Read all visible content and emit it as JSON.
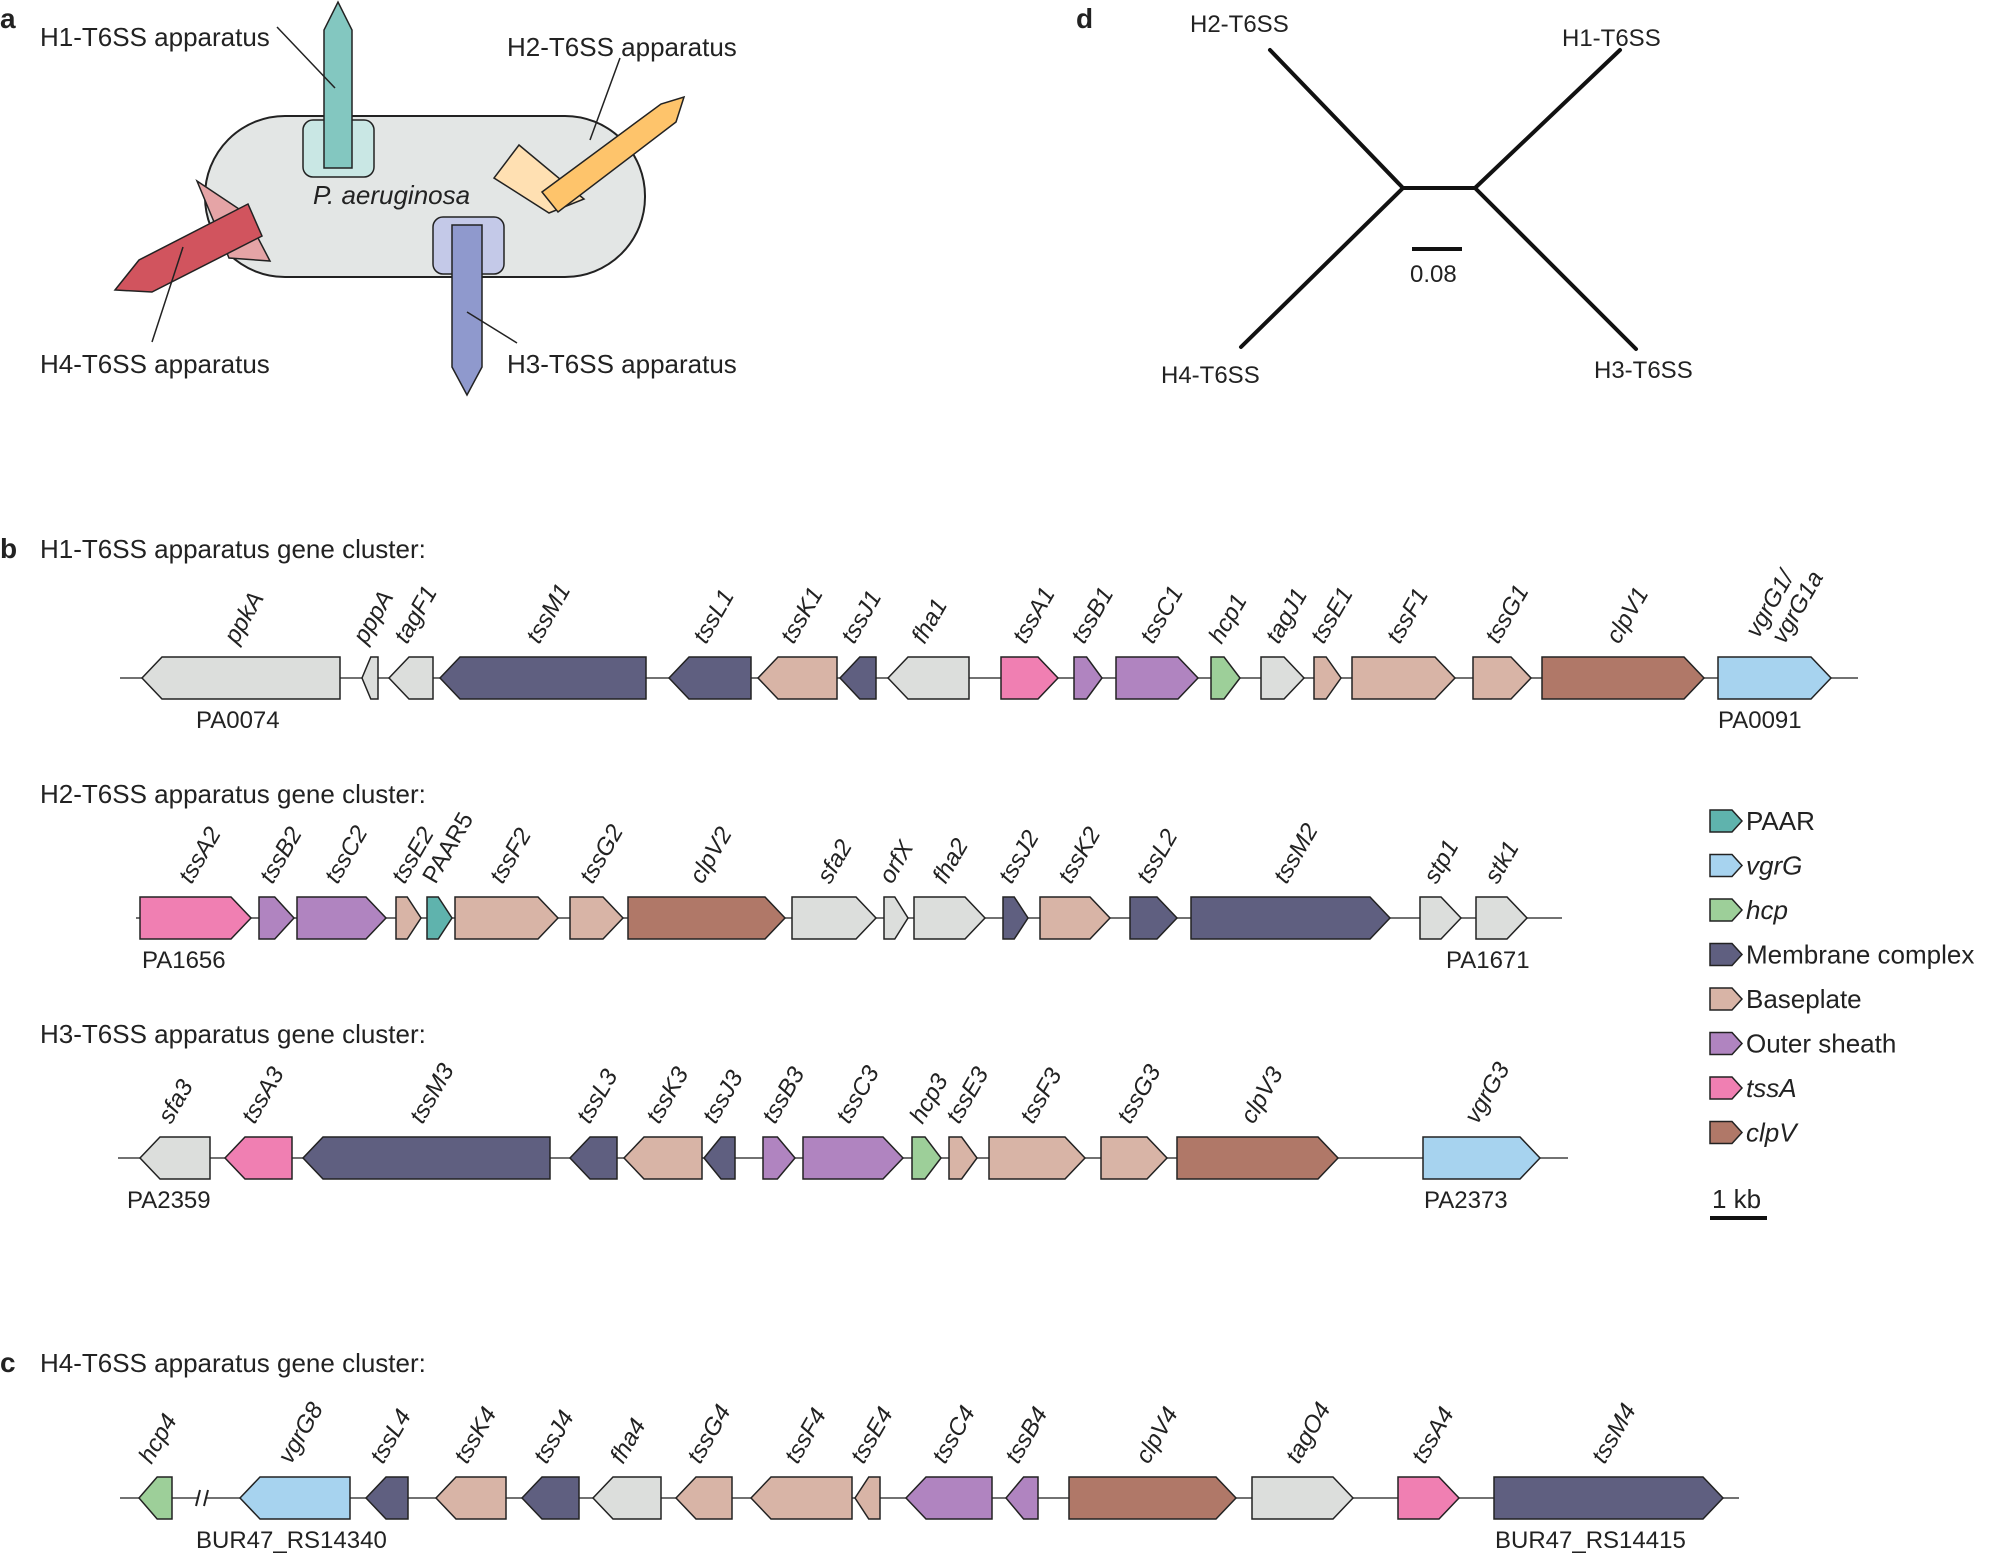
{
  "panels": {
    "a": {
      "letter": "a",
      "cell_label": "P. aeruginosa",
      "labels": {
        "h1": "H1-T6SS apparatus",
        "h2": "H2-T6SS apparatus",
        "h3": "H3-T6SS apparatus",
        "h4": "H4-T6SS apparatus"
      }
    },
    "b": {
      "letter": "b"
    },
    "c": {
      "letter": "c"
    },
    "d": {
      "letter": "d",
      "leaves": {
        "h1": "H1-T6SS",
        "h2": "H2-T6SS",
        "h3": "H3-T6SS",
        "h4": "H4-T6SS"
      },
      "scale_label": "0.08"
    }
  },
  "colors": {
    "PAAR": "#5fb3ad",
    "vgrG": "#a7d3ef",
    "hcp": "#9dcf99",
    "Membrane complex": "#5f5f80",
    "Baseplate": "#d8b4a6",
    "Outer sheath": "#b084c0",
    "tssA": "#f07fb2",
    "clpV": "#b07868",
    "other": "#dcdedc",
    "cell": "#e3e6e5",
    "h1_app": "#83c7c0",
    "h2_app": "#fec46b",
    "h3_app": "#8f99cd",
    "h4_app": "#d1545e"
  },
  "legend": {
    "items": [
      {
        "label": "PAAR",
        "cat": "PAAR",
        "italic": false
      },
      {
        "label": "vgrG",
        "cat": "vgrG",
        "italic": true
      },
      {
        "label": "hcp",
        "cat": "hcp",
        "italic": true
      },
      {
        "label": "Membrane complex",
        "cat": "Membrane complex",
        "italic": false
      },
      {
        "label": "Baseplate",
        "cat": "Baseplate",
        "italic": false
      },
      {
        "label": "Outer sheath",
        "cat": "Outer sheath",
        "italic": false
      },
      {
        "label": "tssA",
        "cat": "tssA",
        "italic": true
      },
      {
        "label": "clpV",
        "cat": "clpV",
        "italic": true
      }
    ],
    "scale_label": "1 kb"
  },
  "clusters": [
    {
      "id": "h1",
      "title": "H1-T6SS apparatus gene cluster:",
      "loci": [
        "PA0074",
        "PA0091"
      ],
      "genes": [
        {
          "name": "ppkA",
          "dir": "rev",
          "cat": "other"
        },
        {
          "name": "pppA",
          "dir": "rev",
          "cat": "other"
        },
        {
          "name": "tagF1",
          "dir": "rev",
          "cat": "other"
        },
        {
          "name": "tssM1",
          "dir": "rev",
          "cat": "Membrane complex"
        },
        {
          "name": "tssL1",
          "dir": "rev",
          "cat": "Membrane complex"
        },
        {
          "name": "tssK1",
          "dir": "rev",
          "cat": "Baseplate"
        },
        {
          "name": "tssJ1",
          "dir": "rev",
          "cat": "Membrane complex"
        },
        {
          "name": "fha1",
          "dir": "rev",
          "cat": "other"
        },
        {
          "name": "tssA1",
          "dir": "fwd",
          "cat": "tssA"
        },
        {
          "name": "tssB1",
          "dir": "fwd",
          "cat": "Outer sheath"
        },
        {
          "name": "tssC1",
          "dir": "fwd",
          "cat": "Outer sheath"
        },
        {
          "name": "hcp1",
          "dir": "fwd",
          "cat": "hcp"
        },
        {
          "name": "tagJ1",
          "dir": "fwd",
          "cat": "other"
        },
        {
          "name": "tssE1",
          "dir": "fwd",
          "cat": "Baseplate"
        },
        {
          "name": "tssF1",
          "dir": "fwd",
          "cat": "Baseplate"
        },
        {
          "name": "tssG1",
          "dir": "fwd",
          "cat": "Baseplate"
        },
        {
          "name": "clpV1",
          "dir": "fwd",
          "cat": "clpV"
        },
        {
          "name": "vgrG1/",
          "name2": "vgrG1a",
          "dir": "fwd",
          "cat": "vgrG"
        }
      ]
    },
    {
      "id": "h2",
      "title": "H2-T6SS apparatus gene cluster:",
      "loci": [
        "PA1656",
        "PA1671"
      ],
      "genes": [
        {
          "name": "tssA2",
          "dir": "fwd",
          "cat": "tssA"
        },
        {
          "name": "tssB2",
          "dir": "fwd",
          "cat": "Outer sheath"
        },
        {
          "name": "tssC2",
          "dir": "fwd",
          "cat": "Outer sheath"
        },
        {
          "name": "tssE2",
          "dir": "fwd",
          "cat": "Baseplate"
        },
        {
          "name": "PAAR5",
          "dir": "fwd",
          "cat": "PAAR",
          "upright": true
        },
        {
          "name": "tssF2",
          "dir": "fwd",
          "cat": "Baseplate"
        },
        {
          "name": "tssG2",
          "dir": "fwd",
          "cat": "Baseplate"
        },
        {
          "name": "clpV2",
          "dir": "fwd",
          "cat": "clpV"
        },
        {
          "name": "sfa2",
          "dir": "fwd",
          "cat": "other"
        },
        {
          "name": "orfX",
          "dir": "fwd",
          "cat": "other"
        },
        {
          "name": "fha2",
          "dir": "fwd",
          "cat": "other"
        },
        {
          "name": "tssJ2",
          "dir": "fwd",
          "cat": "Membrane complex"
        },
        {
          "name": "tssK2",
          "dir": "fwd",
          "cat": "Baseplate"
        },
        {
          "name": "tssL2",
          "dir": "fwd",
          "cat": "Membrane complex"
        },
        {
          "name": "tssM2",
          "dir": "fwd",
          "cat": "Membrane complex"
        },
        {
          "name": "stp1",
          "dir": "fwd",
          "cat": "other"
        },
        {
          "name": "stk1",
          "dir": "fwd",
          "cat": "other"
        }
      ]
    },
    {
      "id": "h3",
      "title": "H3-T6SS apparatus gene cluster:",
      "loci": [
        "PA2359",
        "PA2373"
      ],
      "genes": [
        {
          "name": "sfa3",
          "dir": "rev",
          "cat": "other"
        },
        {
          "name": "tssA3",
          "dir": "rev",
          "cat": "tssA"
        },
        {
          "name": "tssM3",
          "dir": "rev",
          "cat": "Membrane complex"
        },
        {
          "name": "tssL3",
          "dir": "rev",
          "cat": "Membrane complex"
        },
        {
          "name": "tssK3",
          "dir": "rev",
          "cat": "Baseplate"
        },
        {
          "name": "tssJ3",
          "dir": "rev",
          "cat": "Membrane complex"
        },
        {
          "name": "tssB3",
          "dir": "fwd",
          "cat": "Outer sheath"
        },
        {
          "name": "tssC3",
          "dir": "fwd",
          "cat": "Outer sheath"
        },
        {
          "name": "hcp3",
          "dir": "fwd",
          "cat": "hcp"
        },
        {
          "name": "tssE3",
          "dir": "fwd",
          "cat": "Baseplate"
        },
        {
          "name": "tssF3",
          "dir": "fwd",
          "cat": "Baseplate"
        },
        {
          "name": "tssG3",
          "dir": "fwd",
          "cat": "Baseplate"
        },
        {
          "name": "clpV3",
          "dir": "fwd",
          "cat": "clpV"
        },
        {
          "name": "vgrG3",
          "dir": "fwd",
          "cat": "vgrG"
        }
      ]
    },
    {
      "id": "h4",
      "title": "H4-T6SS apparatus gene cluster:",
      "loci": [
        "BUR47_RS14340",
        "BUR47_RS14415"
      ],
      "genes": [
        {
          "name": "hcp4",
          "dir": "rev",
          "cat": "hcp"
        },
        {
          "name": "vgrG8",
          "dir": "rev",
          "cat": "vgrG"
        },
        {
          "name": "tssL4",
          "dir": "rev",
          "cat": "Membrane complex"
        },
        {
          "name": "tssK4",
          "dir": "rev",
          "cat": "Baseplate"
        },
        {
          "name": "tssJ4",
          "dir": "rev",
          "cat": "Membrane complex"
        },
        {
          "name": "fha4",
          "dir": "rev",
          "cat": "other"
        },
        {
          "name": "tssG4",
          "dir": "rev",
          "cat": "Baseplate"
        },
        {
          "name": "tssF4",
          "dir": "rev",
          "cat": "Baseplate"
        },
        {
          "name": "tssE4",
          "dir": "rev",
          "cat": "Baseplate"
        },
        {
          "name": "tssC4",
          "dir": "rev",
          "cat": "Outer sheath"
        },
        {
          "name": "tssB4",
          "dir": "rev",
          "cat": "Outer sheath"
        },
        {
          "name": "clpV4",
          "dir": "fwd",
          "cat": "clpV"
        },
        {
          "name": "tagO4",
          "dir": "fwd",
          "cat": "other"
        },
        {
          "name": "tssA4",
          "dir": "fwd",
          "cat": "tssA"
        },
        {
          "name": "tssM4",
          "dir": "fwd",
          "cat": "Membrane complex"
        }
      ]
    }
  ]
}
